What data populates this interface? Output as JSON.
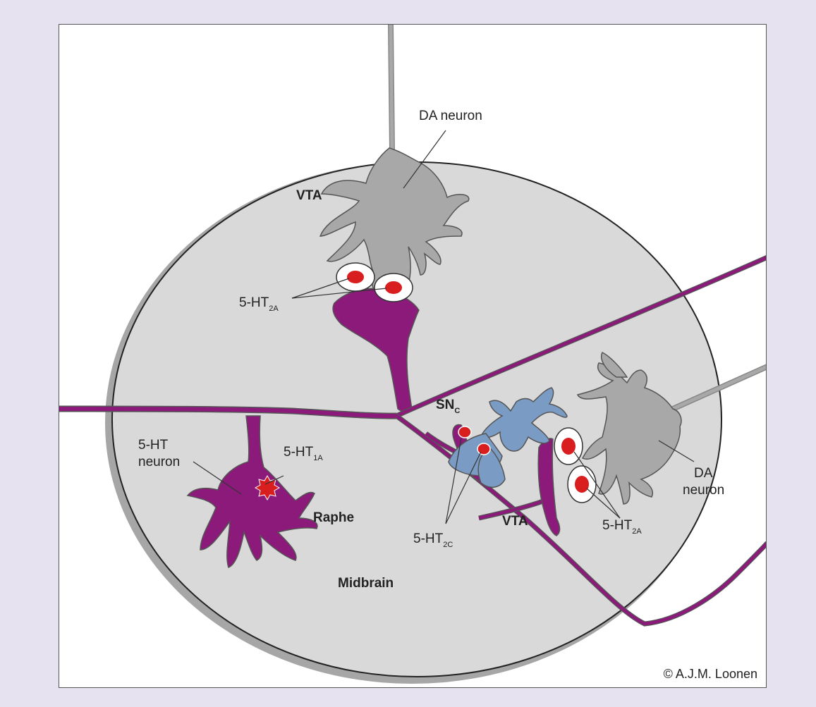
{
  "labels": {
    "da_neuron_top": "DA neuron",
    "vta_top": "VTA",
    "ht2a_top_main": "5-HT",
    "ht2a_top_sub": "2A",
    "sn_main": "SN",
    "sn_sub": "C",
    "ht_neuron_line1": "5-HT",
    "ht_neuron_line2": "neuron",
    "ht1a_main": "5-HT",
    "ht1a_sub": "1A",
    "raphe": "Raphe",
    "midbrain": "Midbrain",
    "ht2c_main": "5-HT",
    "ht2c_sub": "2C",
    "vta_bottom": "VTA",
    "ht2a_bottom_main": "5-HT",
    "ht2a_bottom_sub": "2A",
    "da_neuron_right_line1": "DA",
    "da_neuron_right_line2": "neuron",
    "copyright": "© A.J.M. Loonen"
  },
  "colors": {
    "background": "#e6e2f0",
    "midbrain": "#d9d9d9",
    "midbrain_shadow": "#a6a6a6",
    "serotonin_neuron": "#8b1a7a",
    "dopamine_neuron": "#a8a8a8",
    "snc_neuron": "#7a9bc4",
    "receptor": "#d81e1e"
  }
}
